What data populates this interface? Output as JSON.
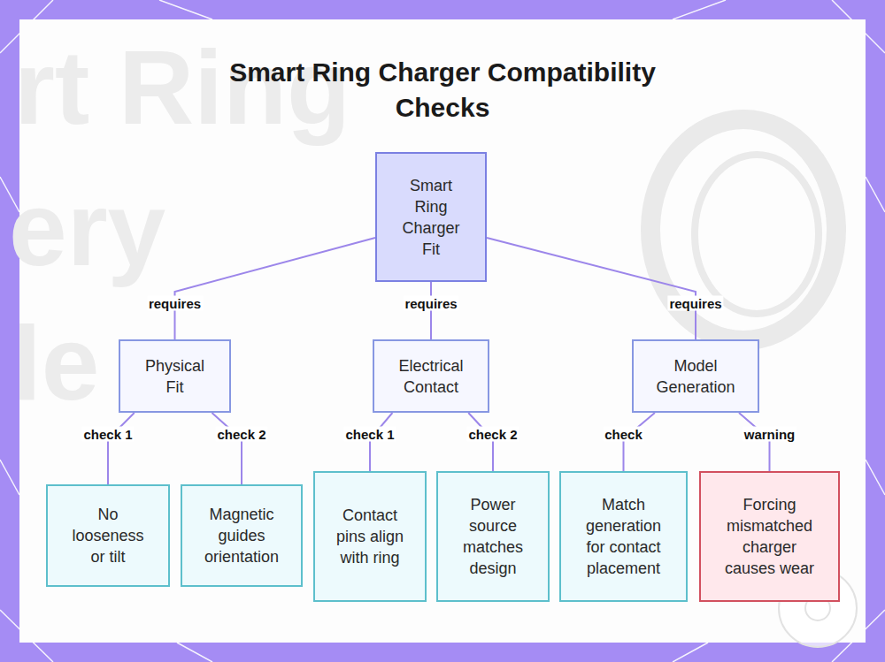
{
  "diagram": {
    "title": "Smart Ring Charger Compatibility Checks",
    "nodes": [
      {
        "text": [
          "Smart Ring Charger Fit"
        ]
      },
      {
        "text": [
          "Physical Fit"
        ]
      },
      {
        "text": [
          "Electrical Contact"
        ]
      },
      {
        "text": [
          "Model Generation"
        ]
      },
      {
        "text": [
          "No looseness or tilt"
        ]
      },
      {
        "text": [
          "Magnetic guides orientation"
        ]
      },
      {
        "text": [
          "Contact pins align with ring"
        ]
      },
      {
        "text": [
          "Power source matches design"
        ]
      },
      {
        "text": [
          "Match generation for contact placement"
        ]
      },
      {
        "text": [
          "Forcing mismatched charger causes wear"
        ]
      }
    ],
    "edges": [
      {
        "from": 0,
        "to": 1,
        "label": "requires",
        "arrow": "none"
      },
      {
        "from": 0,
        "to": 2,
        "label": "requires",
        "arrow": "none"
      },
      {
        "from": 0,
        "to": 3,
        "label": "requires",
        "arrow": "none"
      },
      {
        "from": 1,
        "to": 4,
        "label": "check 1",
        "arrow": "none"
      },
      {
        "from": 1,
        "to": 5,
        "label": "check 2",
        "arrow": "none"
      },
      {
        "from": 2,
        "to": 6,
        "label": "check 1",
        "arrow": "none"
      },
      {
        "from": 2,
        "to": 7,
        "label": "check 2",
        "arrow": "none"
      },
      {
        "from": 3,
        "to": 8,
        "label": "check",
        "arrow": "none"
      },
      {
        "from": 3,
        "to": 9,
        "label": "warning",
        "arrow": "none"
      }
    ],
    "labels": [
      "rt Ring",
      "ery",
      "le"
    ]
  }
}
